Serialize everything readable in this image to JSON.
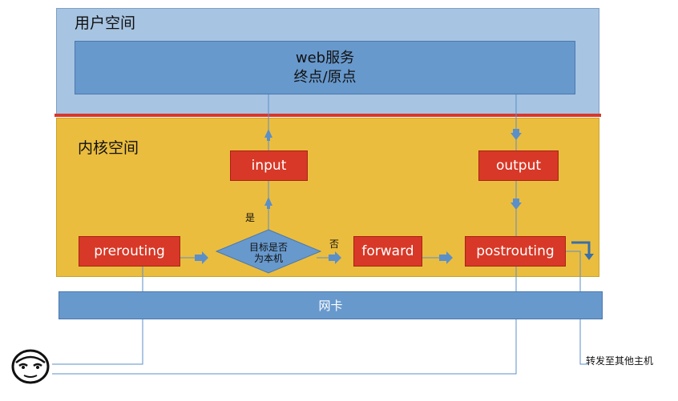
{
  "user_space": {
    "title": "用户空间"
  },
  "web_service": {
    "line1": "web服务",
    "line2": "终点/原点"
  },
  "kernel_space": {
    "title": "内核空间"
  },
  "chains": {
    "input": "input",
    "output": "output",
    "prerouting": "prerouting",
    "forward": "forward",
    "postrouting": "postrouting"
  },
  "decision": {
    "line1": "目标是否",
    "line2": "为本机",
    "yes_label": "是",
    "no_label": "否"
  },
  "nic": {
    "label": "网卡"
  },
  "forward_note": "转发至其他主机",
  "colors": {
    "user_space": "#a7c4e2",
    "kernel_space": "#ebbd3e",
    "chain_box": "#d83827",
    "nic_bar": "#6899cd",
    "arrow": "#5b8fc9",
    "divider": "#d9372a"
  }
}
